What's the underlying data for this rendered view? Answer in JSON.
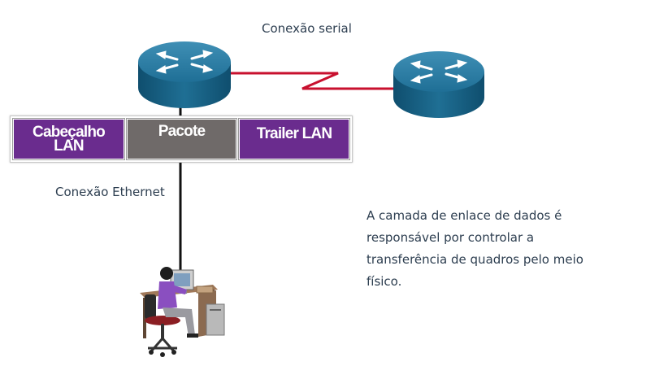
{
  "labels": {
    "serial": "Conexão serial",
    "ethernet": "Conexão Ethernet"
  },
  "frame": {
    "header": "Cabeçalho LAN",
    "packet": "Pacote",
    "trailer": "Trailer LAN"
  },
  "description": "A camada de enlace de dados é responsável por controlar a transferência de quadros pelo meio físico.",
  "colors": {
    "frame_purple": "#6a2c8e",
    "frame_gray": "#6f6a69",
    "serial_link": "#c8102e",
    "router_blue": "#1e6f95",
    "text": "#2d3e50"
  },
  "icons": [
    "router-icon",
    "router-icon",
    "workstation-user-icon"
  ]
}
